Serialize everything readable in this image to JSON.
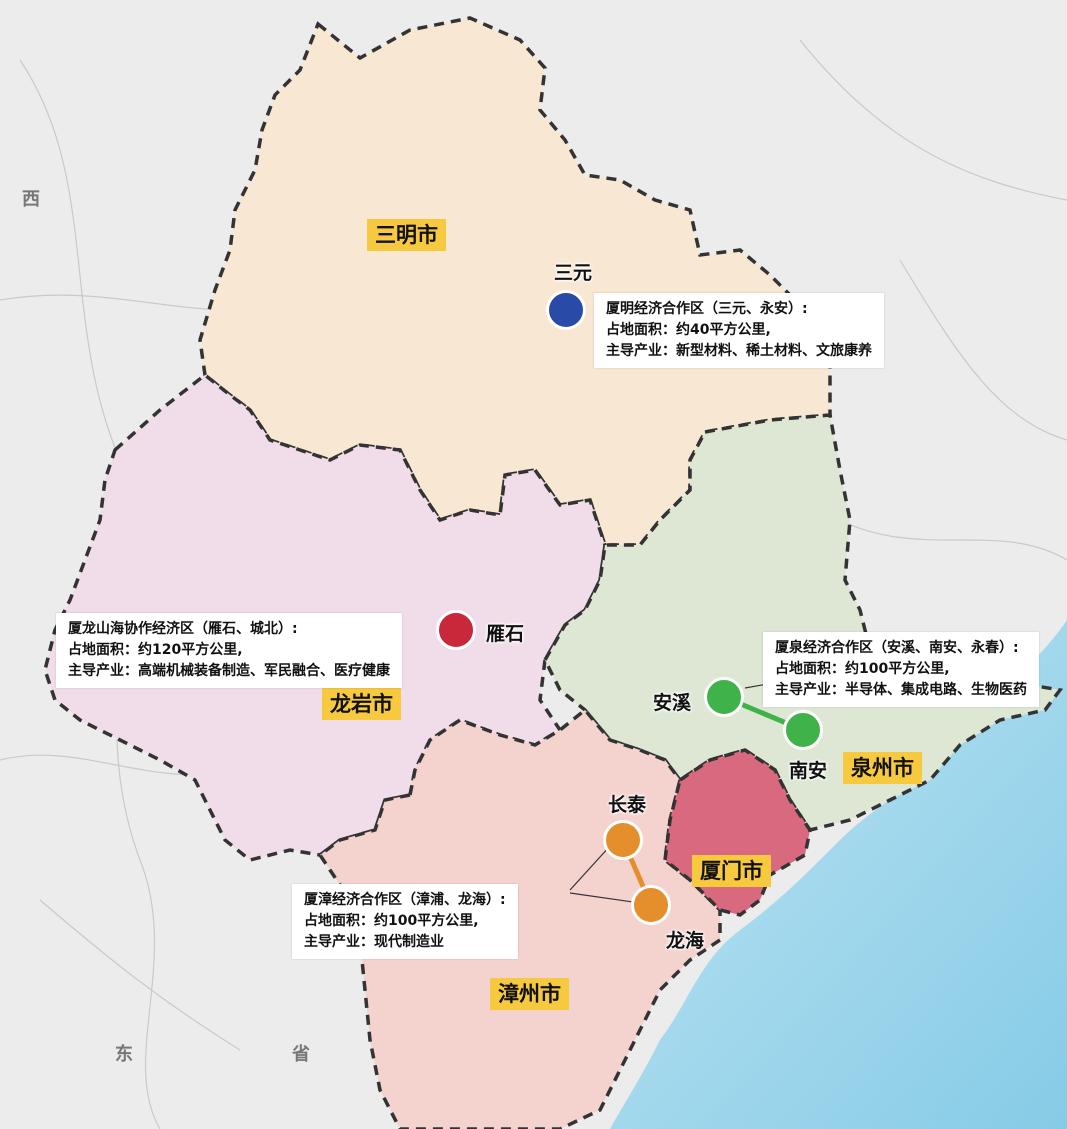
{
  "regions": {
    "sanming": "三明市",
    "longyan": "龙岩市",
    "quanzhou": "泉州市",
    "xiamen": "厦门市",
    "zhangzhou": "漳州市"
  },
  "points": {
    "sanyuan": "三元",
    "yanshi": "雁石",
    "anxi": "安溪",
    "nanan": "南安",
    "changtai": "长泰",
    "longhai": "龙海"
  },
  "zones": {
    "xiaming": {
      "title": "厦明经济合作区（三元、永安）:",
      "area": "占地面积：约40平方公里,",
      "industry": "主导产业：新型材料、稀土材料、文旅康养",
      "color": "#2a4aa7"
    },
    "xialong": {
      "title": "厦龙山海协作经济区（雁石、城北）:",
      "area": "占地面积：约120平方公里,",
      "industry": "主导产业：高端机械装备制造、军民融合、医疗健康",
      "color": "#c8283a"
    },
    "xiaquan": {
      "title": "厦泉经济合作区（安溪、南安、永春）:",
      "area": "占地面积：约100平方公里,",
      "industry": "主导产业：半导体、集成电路、生物医药",
      "color": "#3fb24a"
    },
    "xiazhang": {
      "title": "厦漳经济合作区（漳浦、龙海）:",
      "area": "占地面积：约100平方公里,",
      "industry": "主导产业：现代制造业",
      "color": "#e58f2c"
    }
  },
  "background_labels": {
    "xi": "西",
    "dong": "东",
    "sheng": "省"
  },
  "colors": {
    "sanming_fill": "#f8e7d2",
    "longyan_fill": "#f1dde9",
    "quanzhou_fill": "#dde7d4",
    "xiamen_fill": "#d9697f",
    "zhangzhou_fill": "#f4d3cf",
    "sea": "#8fd0ea",
    "city_tag": "#f7c93e"
  }
}
